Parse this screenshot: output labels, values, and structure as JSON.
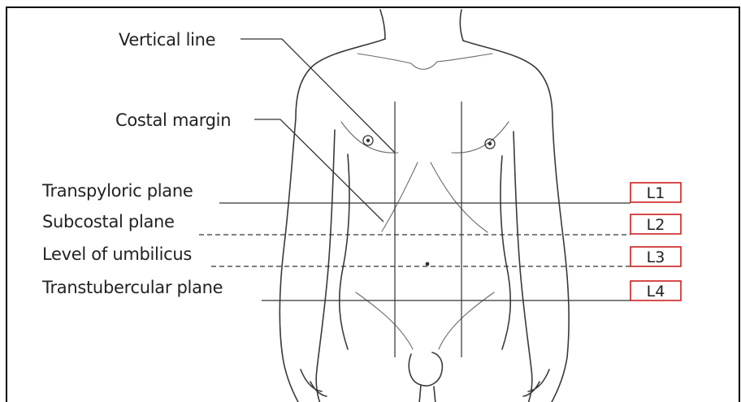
{
  "labels": {
    "vertical_line": "Vertical line",
    "costal_margin": "Costal margin",
    "transpyloric_plane": "Transpyloric plane",
    "subcostal_plane": "Subcostal plane",
    "level_of_umbilicus": "Level of umbilicus",
    "transtubercular_plane": "Transtubercular plane"
  },
  "levels": {
    "transpyloric": "L1",
    "subcostal": "L2",
    "umbilicus": "L3",
    "transtubercular": "L4"
  },
  "colors": {
    "frame": "#000000",
    "level_box_border": "#cc1f1f",
    "line": "#333333"
  }
}
